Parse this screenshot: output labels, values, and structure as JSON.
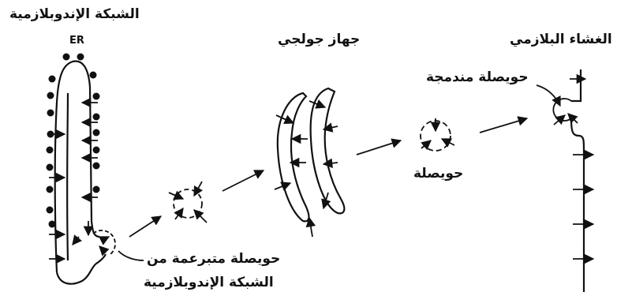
{
  "labels": {
    "er_arabic": "الشبكة الإندوبلازمية",
    "er_abbrev": "ER",
    "golgi": "جهاز جولجي",
    "plasma_membrane": "الغشاء البلازمي",
    "fused_vesicle": "حويصلة مندمجة",
    "vesicle": "حويصلة",
    "budding_vesicle_line1": "حويصلة متبرعمة من",
    "budding_vesicle_line2": "الشبكة الإندوبلازمية"
  }
}
